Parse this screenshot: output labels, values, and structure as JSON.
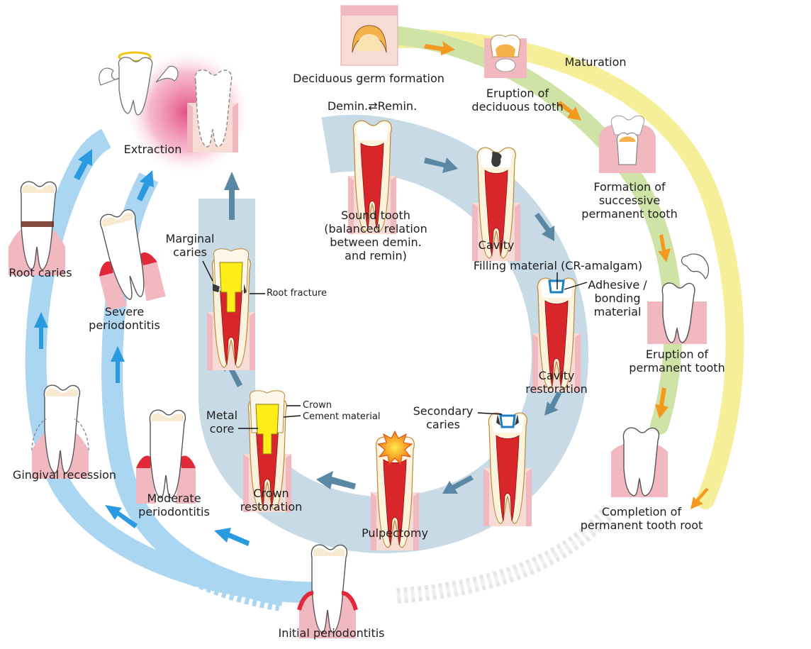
{
  "colors": {
    "eruption_band": "#cfe3a6",
    "maturation_band": "#f6ef9a",
    "caries_band": "#c8dae6",
    "perio_band": "#aad6f2",
    "caries_arrow": "#5a88a4",
    "perio_arrow": "#2a9be0",
    "growth_arrow": "#f39a1e",
    "gum": "#f1b8c0",
    "bone": "#f7dcd6",
    "pulp": "#d9262a",
    "extraction_glow": "#e0457a"
  },
  "labels": {
    "deciduous_germ": "Deciduous germ formation",
    "maturation": "Maturation",
    "eruption_deciduous": [
      "Eruption of",
      "deciduous tooth"
    ],
    "formation_successive": [
      "Formation of",
      "successive",
      "permanent tooth"
    ],
    "eruption_permanent": [
      "Eruption of",
      "permanent tooth"
    ],
    "completion_root": [
      "Completion of",
      "permanent tooth root"
    ],
    "demin_remin": "Demin.⇄Remin.",
    "sound_tooth": [
      "Sound tooth",
      "(balanced relation",
      "between demin.",
      "and remin)"
    ],
    "cavity": "Cavity",
    "filling_material": "Filling material (CR-amalgam)",
    "adhesive": [
      "Adhesive /",
      "bonding",
      "material"
    ],
    "cavity_restoration": [
      "Cavity",
      "restoration"
    ],
    "secondary_caries": [
      "Secondary",
      "caries"
    ],
    "pulpectomy": "Pulpectomy",
    "crown_restoration": [
      "Crown",
      "restoration"
    ],
    "crown": "Crown",
    "cement_material": "Cement material",
    "metal_core": [
      "Metal",
      "core"
    ],
    "marginal_caries": [
      "Marginal",
      "caries"
    ],
    "root_fracture": [
      "Root",
      "fracture"
    ],
    "extraction": "Extraction",
    "root_caries": "Root caries",
    "severe_perio": [
      "Severe",
      "periodontitis"
    ],
    "gingival_recession": "Gingival recession",
    "moderate_perio": [
      "Moderate",
      "periodontitis"
    ],
    "initial_perio": "Initial periodontitis"
  }
}
